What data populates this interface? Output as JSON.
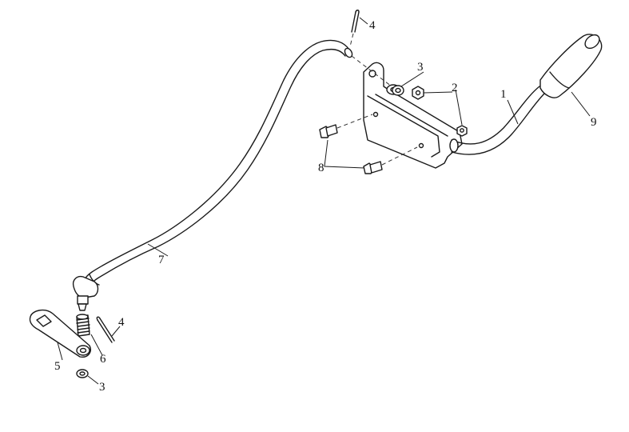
{
  "diagram": {
    "type": "exploded-parts-view",
    "labels": [
      {
        "id": "label-1",
        "text": "1"
      },
      {
        "id": "label-2",
        "text": "2"
      },
      {
        "id": "label-3-top",
        "text": "3"
      },
      {
        "id": "label-3-bottom",
        "text": "3"
      },
      {
        "id": "label-4-top",
        "text": "4"
      },
      {
        "id": "label-4-bottom",
        "text": "4"
      },
      {
        "id": "label-5",
        "text": "5"
      },
      {
        "id": "label-6",
        "text": "6"
      },
      {
        "id": "label-7",
        "text": "7"
      },
      {
        "id": "label-8",
        "text": "8"
      },
      {
        "id": "label-9",
        "text": "9"
      }
    ]
  }
}
